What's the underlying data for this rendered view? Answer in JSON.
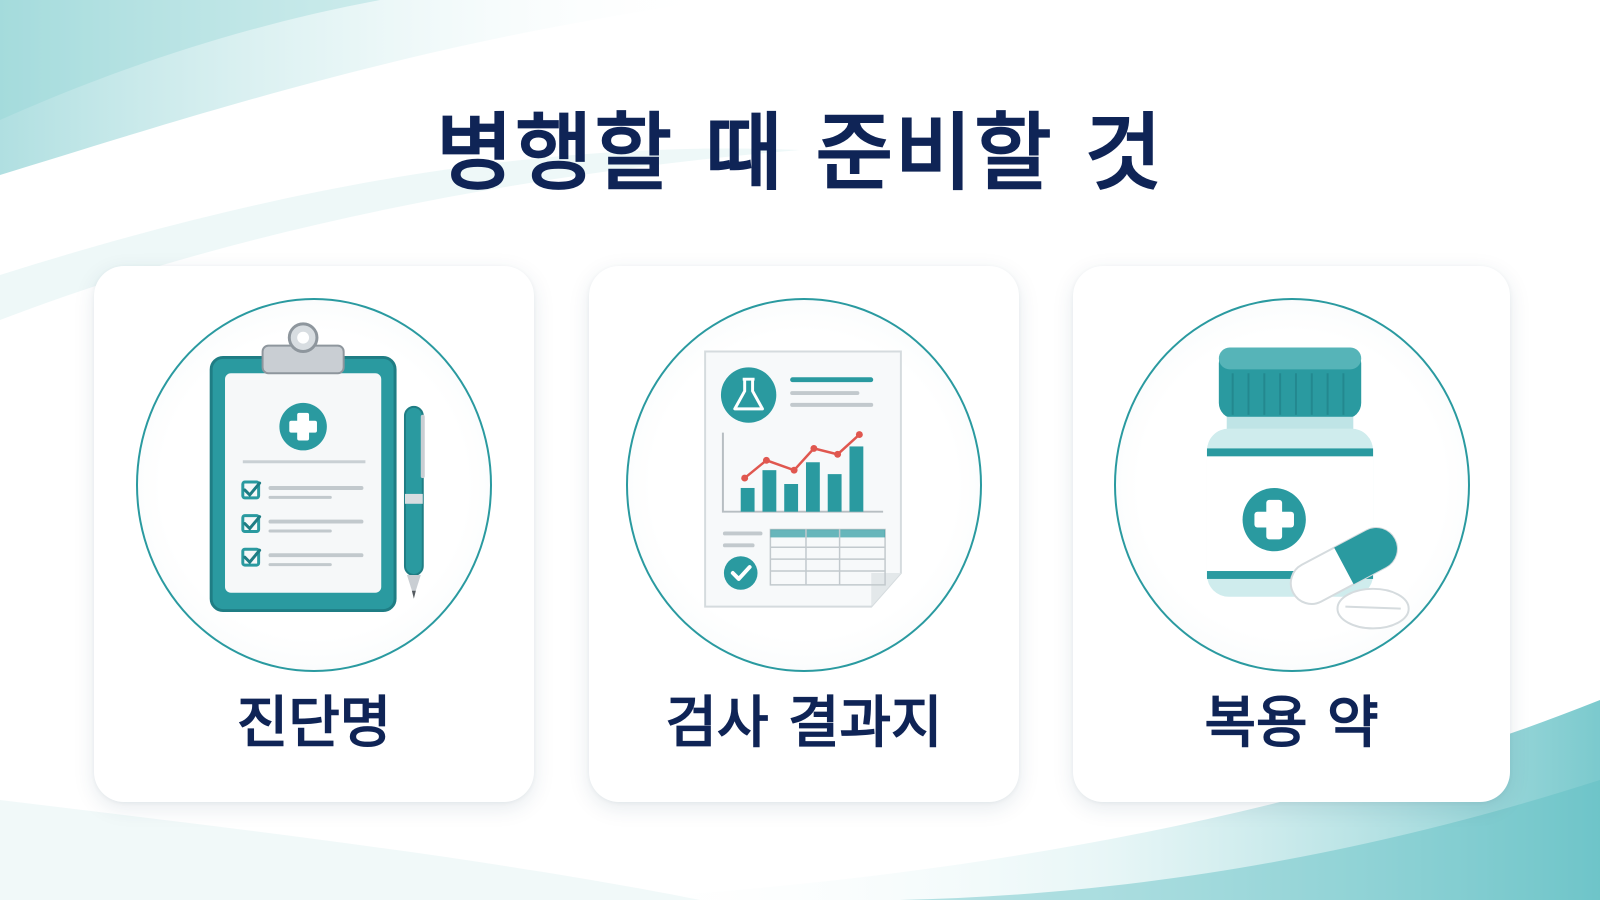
{
  "title": "병행할 때 준비할 것",
  "cards": [
    {
      "label": "진단명",
      "icon": "clipboard-icon"
    },
    {
      "label": "검사 결과지",
      "icon": "lab-report-icon"
    },
    {
      "label": "복용 약",
      "icon": "medicine-bottle-icon"
    }
  ],
  "colors": {
    "title": "#0f2456",
    "accent": "#2a9aa0",
    "accent_dark": "#1f7d84",
    "chart_line": "#e0574f"
  }
}
